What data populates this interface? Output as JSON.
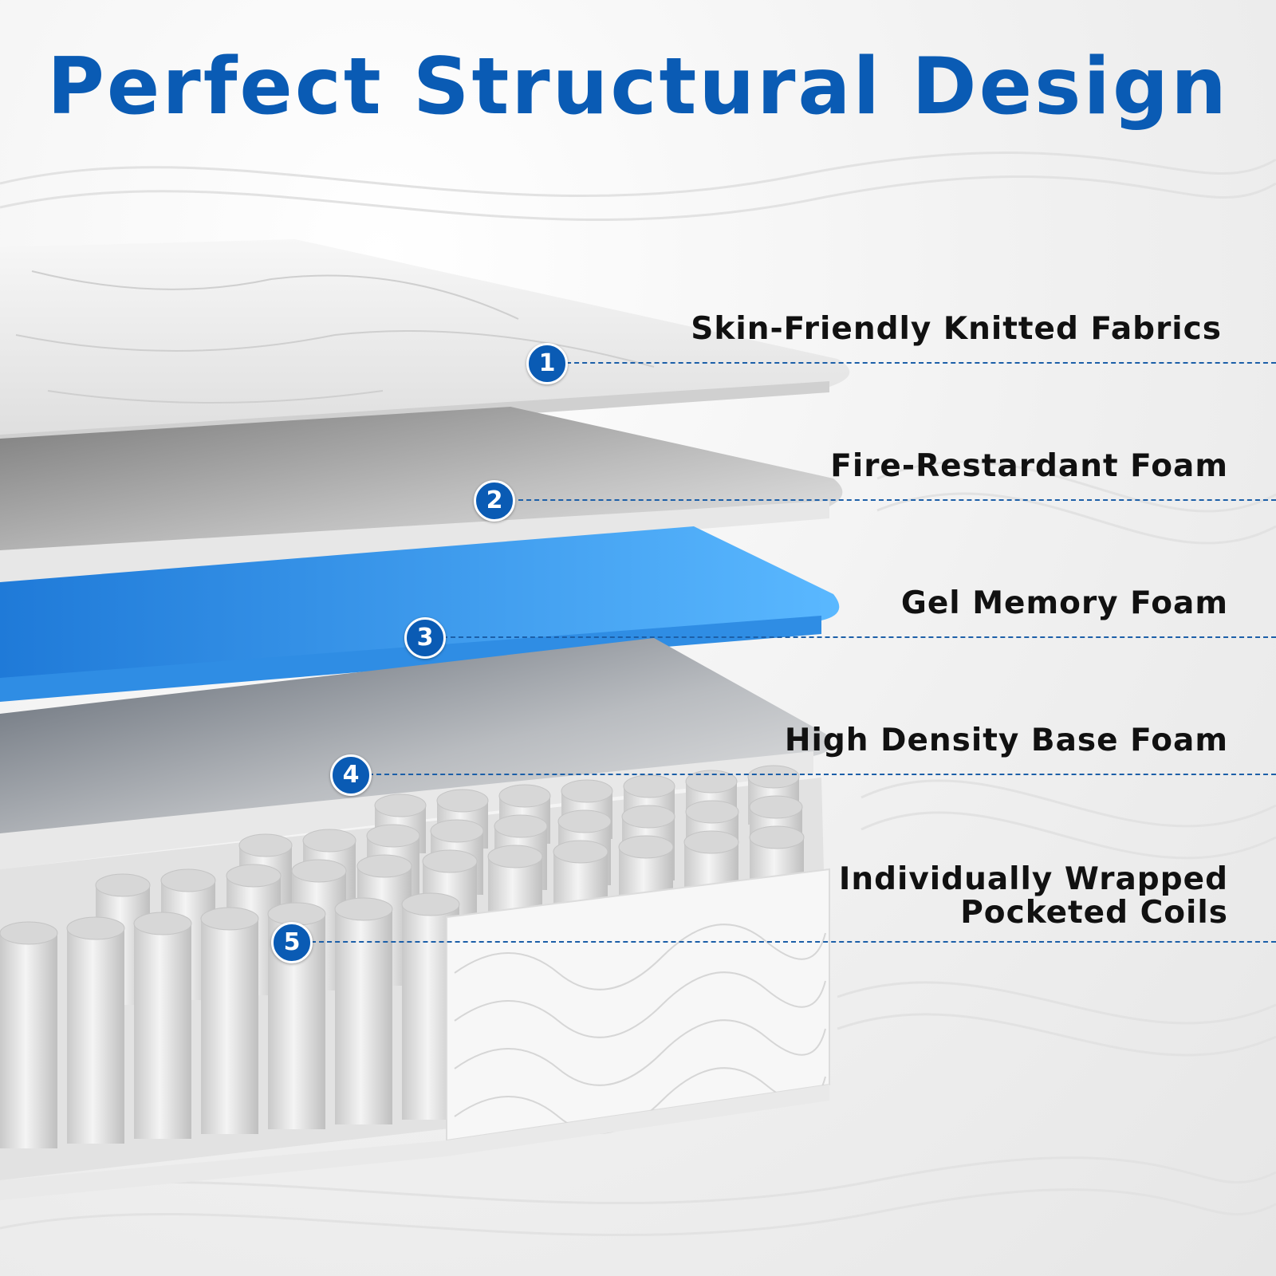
{
  "title": "Perfect Structural Design",
  "colors": {
    "accent": "#0a5bb4",
    "gel_layer": "#2f8de4",
    "foam_gray": "#d9d9d9",
    "label_text": "#111111"
  },
  "layers": [
    {
      "number": "1",
      "label": "Skin-Friendly Knitted Fabrics"
    },
    {
      "number": "2",
      "label": "Fire-Restardant Foam"
    },
    {
      "number": "3",
      "label": "Gel Memory Foam"
    },
    {
      "number": "4",
      "label": "High Density Base Foam"
    },
    {
      "number": "5",
      "label_line1": "Individually Wrapped",
      "label_line2": "Pocketed Coils"
    }
  ]
}
